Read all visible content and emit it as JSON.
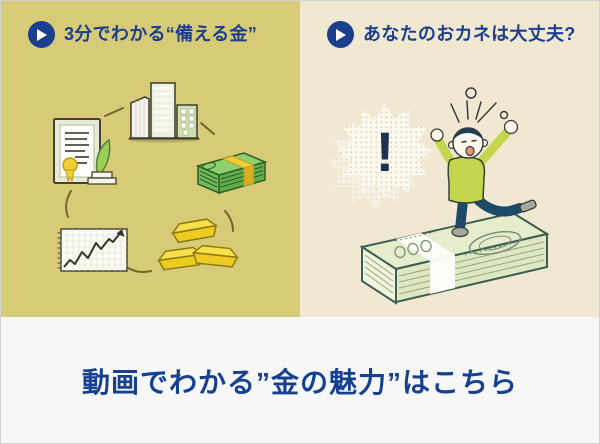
{
  "left_panel": {
    "title": "3分でわかる“備える金”",
    "bg_color": "#d8cb78",
    "icons": [
      "play-icon",
      "certificate-icon",
      "buildings-icon",
      "cash-stack-icon",
      "gold-bars-icon",
      "price-chart-icon"
    ]
  },
  "right_panel": {
    "title": "あなたのおカネは大丈夫?",
    "bg_color": "#f1e8d2",
    "exclamation_text": "!",
    "icons": [
      "play-icon",
      "surprise-burst-icon",
      "surprised-man-icon",
      "cash-platform-icon"
    ]
  },
  "caption_bar": {
    "text": "動画でわかる”金の魅力”はこちら",
    "bg_color": "#f7f7f7",
    "text_color": "#15418f"
  },
  "colors": {
    "navy_accent": "#1b3e8f",
    "money_green": "#6fbb57",
    "gold_yellow": "#f3d435"
  }
}
